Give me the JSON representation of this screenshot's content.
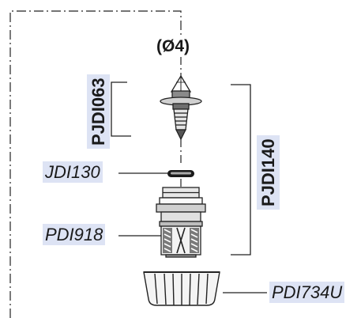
{
  "diameter_label": "(Ø4)",
  "parts": {
    "pjdi063": "PJDI063",
    "pjdi140": "PJDI140",
    "jdi130": "JDI130",
    "pdi918": "PDI918",
    "pdi734u": "PDI734U"
  }
}
